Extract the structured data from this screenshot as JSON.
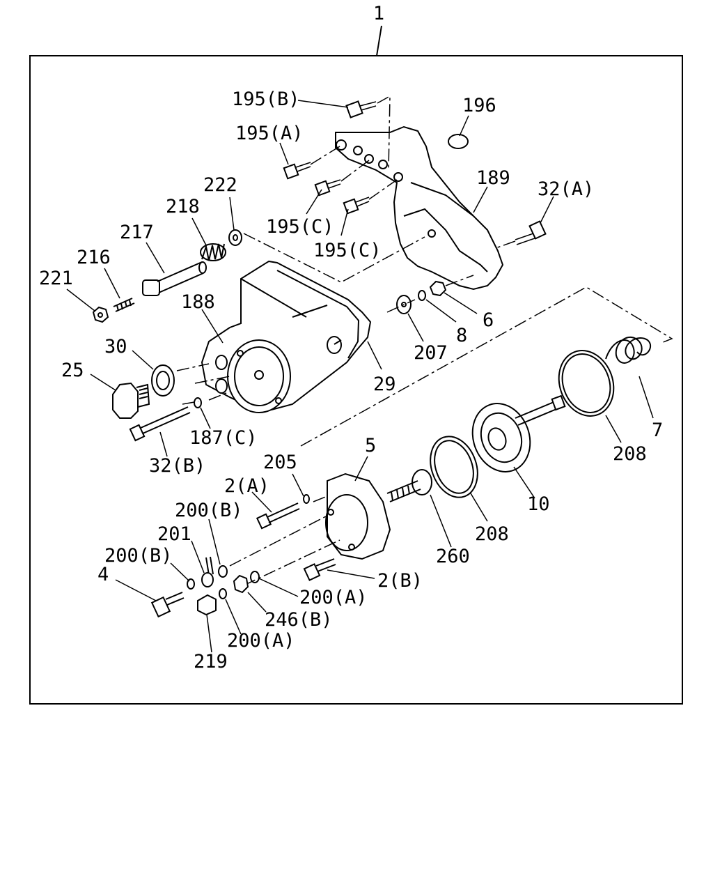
{
  "callouts": [
    {
      "id": "c1",
      "text": "1"
    },
    {
      "id": "c195b",
      "text": "195(B)"
    },
    {
      "id": "c196",
      "text": "196"
    },
    {
      "id": "c195a",
      "text": "195(A)"
    },
    {
      "id": "c189",
      "text": "189"
    },
    {
      "id": "c32a",
      "text": "32(A)"
    },
    {
      "id": "c222",
      "text": "222"
    },
    {
      "id": "c218",
      "text": "218"
    },
    {
      "id": "c195c1",
      "text": "195(C)"
    },
    {
      "id": "c217",
      "text": "217"
    },
    {
      "id": "c195c2",
      "text": "195(C)"
    },
    {
      "id": "c216",
      "text": "216"
    },
    {
      "id": "c221",
      "text": "221"
    },
    {
      "id": "c188",
      "text": "188"
    },
    {
      "id": "c6",
      "text": "6"
    },
    {
      "id": "c30",
      "text": "30"
    },
    {
      "id": "c8",
      "text": "8"
    },
    {
      "id": "c207",
      "text": "207"
    },
    {
      "id": "c25",
      "text": "25"
    },
    {
      "id": "c29",
      "text": "29"
    },
    {
      "id": "c7",
      "text": "7"
    },
    {
      "id": "c187c",
      "text": "187(C)"
    },
    {
      "id": "c208a",
      "text": "208"
    },
    {
      "id": "c32b",
      "text": "32(B)"
    },
    {
      "id": "c5",
      "text": "5"
    },
    {
      "id": "c205",
      "text": "205"
    },
    {
      "id": "c2a",
      "text": "2(A)"
    },
    {
      "id": "c10",
      "text": "10"
    },
    {
      "id": "c200b1",
      "text": "200(B)"
    },
    {
      "id": "c208b",
      "text": "208"
    },
    {
      "id": "c201",
      "text": "201"
    },
    {
      "id": "c260",
      "text": "260"
    },
    {
      "id": "c200b2",
      "text": "200(B)"
    },
    {
      "id": "c2b",
      "text": "2(B)"
    },
    {
      "id": "c4",
      "text": "4"
    },
    {
      "id": "c200a1",
      "text": "200(A)"
    },
    {
      "id": "c246b",
      "text": "246(B)"
    },
    {
      "id": "c200a2",
      "text": "200(A)"
    },
    {
      "id": "c219",
      "text": "219"
    }
  ]
}
